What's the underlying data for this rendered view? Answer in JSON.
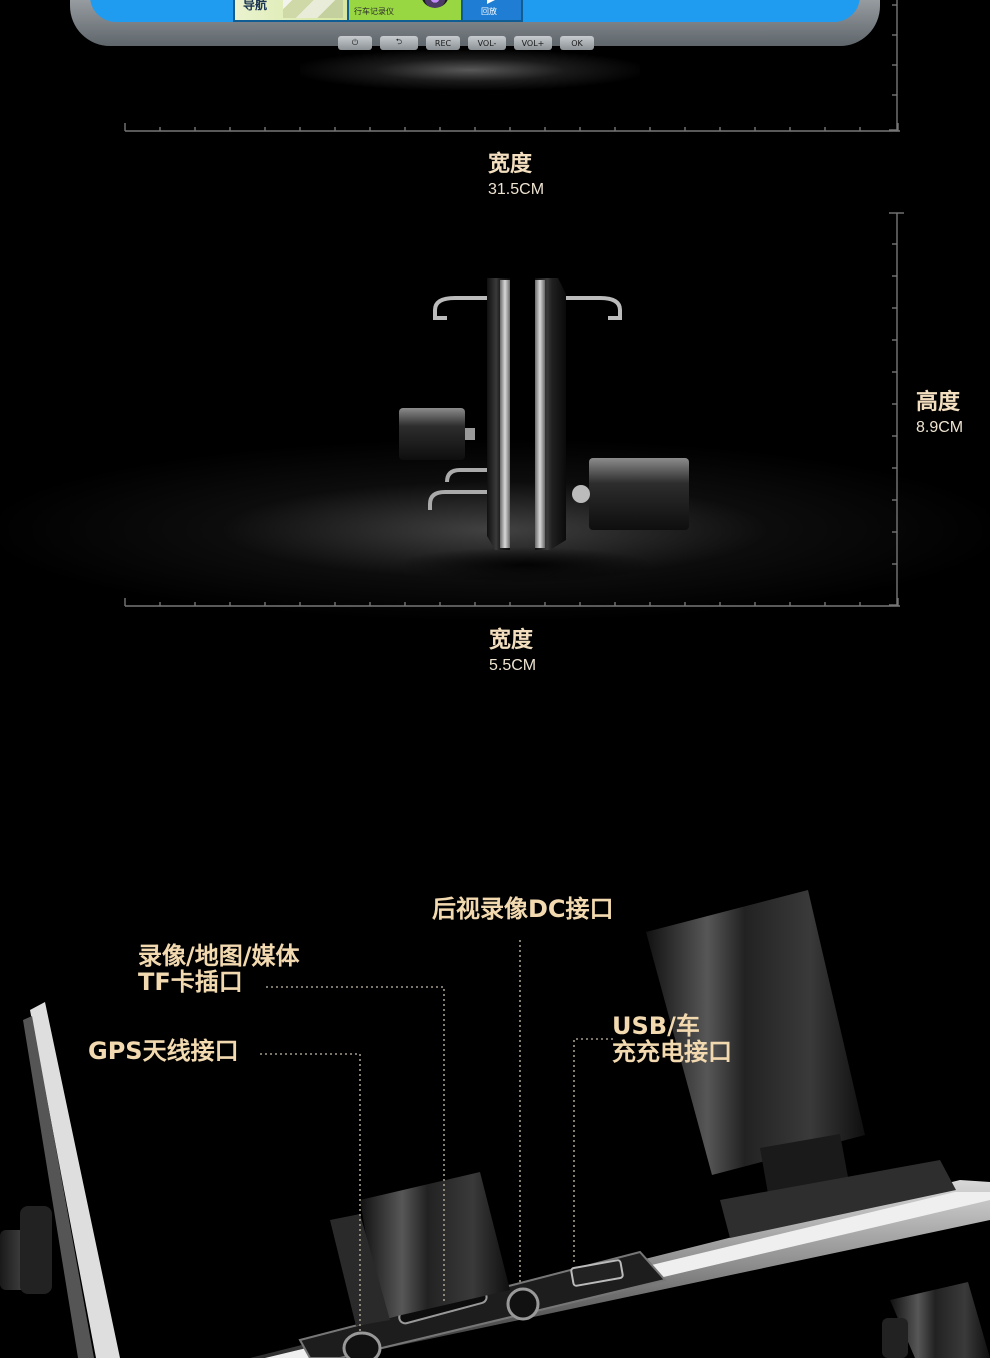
{
  "top_device": {
    "tiles": {
      "nav_label": "导航",
      "recorder_label": "行车记录仪",
      "playback_label": "回放"
    },
    "buttons": [
      "⏻",
      "⮌",
      "REC",
      "VOL-",
      "VOL+",
      "OK"
    ]
  },
  "dimension_width_top": {
    "title": "宽度",
    "value": "31.5CM"
  },
  "dimension_height": {
    "title": "高度",
    "value": "8.9CM"
  },
  "dimension_width_side": {
    "title": "宽度",
    "value": "5.5CM"
  },
  "callouts": {
    "rear_dc": "后视录像DC接口",
    "tf_slot_line1": "录像/地图/媒体",
    "tf_slot_line2": "TF卡插口",
    "gps": "GPS天线接口",
    "usb_line1": "USB/车",
    "usb_line2": "充充电接口"
  },
  "colors": {
    "background": "#000000",
    "accent_text": "#f2d9af",
    "screen_blue": "#1f9bf0"
  }
}
